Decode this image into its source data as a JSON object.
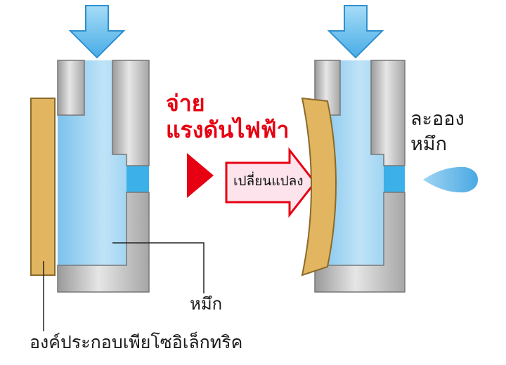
{
  "labels": {
    "apply_voltage_line1": "จ่าย",
    "apply_voltage_line2": "แรงดันไฟฟ้า",
    "deform": "เปลี่ยนแปลง",
    "droplet_line1": "ละออง",
    "droplet_line2": "หมึก",
    "ink": "หมึก",
    "piezo": "องค์ประกอบเพียโซอิเล็กทริค"
  },
  "colors": {
    "pressure_arrow": "#5cb8ea",
    "ink": "#a9d7f2",
    "ink_outlet": "#3cb0e8",
    "chamber_wall": "#c9c9c9",
    "piezo": "#e2b560",
    "accent_red": "#e60012",
    "deform_arrow_fill": "#fde4ec"
  }
}
